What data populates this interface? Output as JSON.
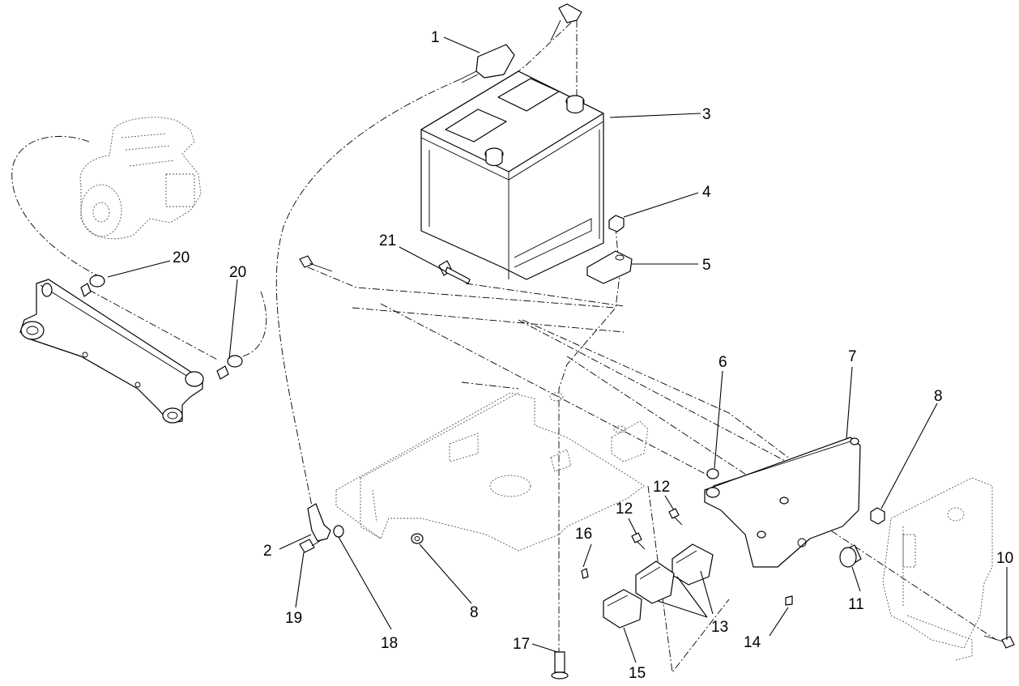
{
  "callouts": [
    {
      "id": "c1",
      "text": "1"
    },
    {
      "id": "c2",
      "text": "2"
    },
    {
      "id": "c3",
      "text": "3"
    },
    {
      "id": "c4",
      "text": "4"
    },
    {
      "id": "c5",
      "text": "5"
    },
    {
      "id": "c6",
      "text": "6"
    },
    {
      "id": "c7",
      "text": "7"
    },
    {
      "id": "c8a",
      "text": "8"
    },
    {
      "id": "c8b",
      "text": "8"
    },
    {
      "id": "c10",
      "text": "10"
    },
    {
      "id": "c11",
      "text": "11"
    },
    {
      "id": "c12a",
      "text": "12"
    },
    {
      "id": "c12b",
      "text": "12"
    },
    {
      "id": "c13",
      "text": "13"
    },
    {
      "id": "c14",
      "text": "14"
    },
    {
      "id": "c15",
      "text": "15"
    },
    {
      "id": "c16",
      "text": "16"
    },
    {
      "id": "c17",
      "text": "17"
    },
    {
      "id": "c18",
      "text": "18"
    },
    {
      "id": "c19",
      "text": "19"
    },
    {
      "id": "c20a",
      "text": "20"
    },
    {
      "id": "c20b",
      "text": "20"
    },
    {
      "id": "c21",
      "text": "21"
    }
  ]
}
